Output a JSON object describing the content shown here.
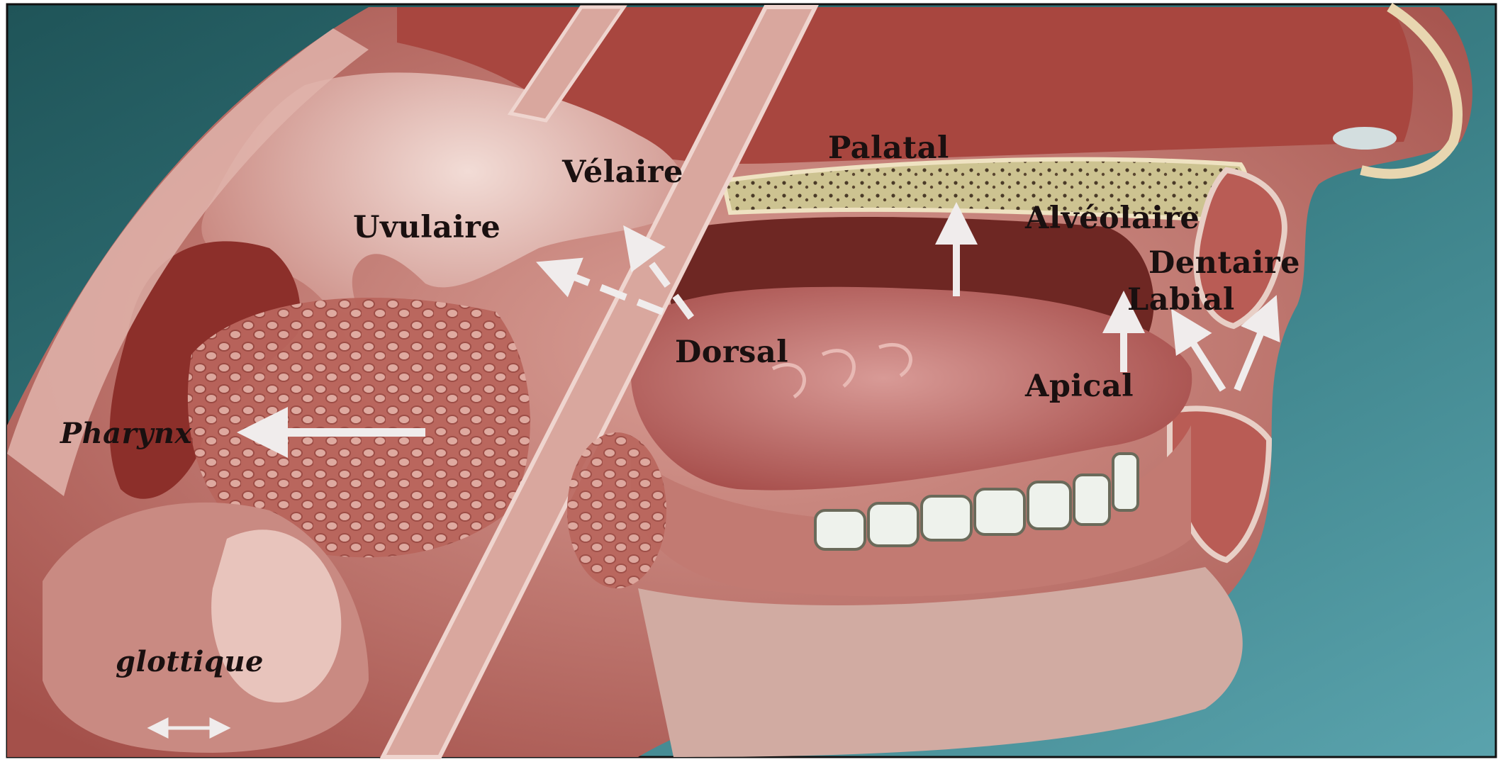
{
  "colors": {
    "background_teal": "#2f6f73",
    "lighter_teal": "#4f98a4",
    "tissue_dark": "#8e3a33",
    "tissue_mid": "#b8645b",
    "tissue_light": "#d9a79e",
    "tongue": "#c77a76",
    "bone": "#d8d1a2",
    "teeth": "#e9efe8",
    "arrow": "#f0ecec",
    "label": "#1a1010"
  },
  "labels": {
    "palatal": "Palatal",
    "velaire": "Vélaire",
    "uvulaire": "Uvulaire",
    "alveolaire": "Alvéolaire",
    "dentaire": "Dentaire",
    "labial": "Labial",
    "dorsal": "Dorsal",
    "apical": "Apical",
    "pharynx": "Pharynx",
    "glottique": "glottique"
  },
  "icons": {
    "arrow_solid": "white-solid-arrow-icon",
    "arrow_dashed": "white-dashed-arrow-icon",
    "arrow_double": "double-headed-arrow-icon"
  }
}
